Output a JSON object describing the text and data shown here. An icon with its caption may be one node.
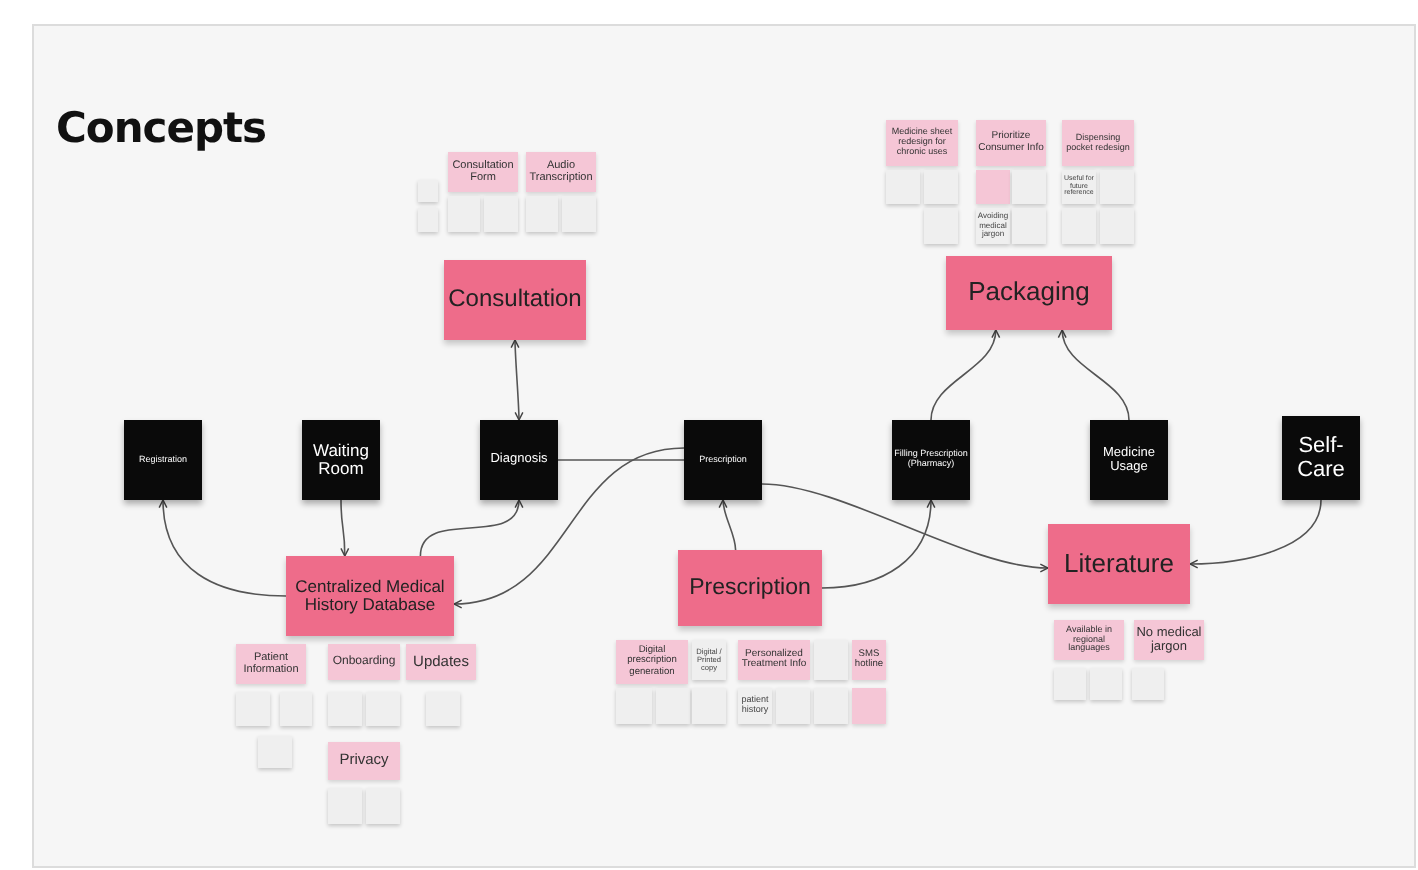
{
  "diagram": {
    "title": "Concepts",
    "nodes": [
      {
        "text": [
          "Consultation Form"
        ]
      },
      {
        "text": [
          "Audio Transcription"
        ]
      },
      {
        "text": [],
        "shape": "box"
      },
      {
        "text": [],
        "shape": "box"
      },
      {
        "text": [],
        "shape": "box"
      },
      {
        "text": [],
        "shape": "box"
      },
      {
        "text": [],
        "shape": "box"
      },
      {
        "text": [],
        "shape": "box"
      },
      {
        "text": [
          "Consultation"
        ]
      },
      {
        "text": [
          "Medicine sheet redesign for chronic uses"
        ]
      },
      {
        "text": [
          "Prioritize Consumer Info"
        ]
      },
      {
        "text": [
          "Dispensing pocket redesign"
        ]
      },
      {
        "text": [],
        "shape": "box"
      },
      {
        "text": [],
        "shape": "box"
      },
      {
        "text": [],
        "shape": "box"
      },
      {
        "text": [],
        "shape": "box"
      },
      {
        "text": [],
        "shape": "box"
      },
      {
        "text": [
          "Avoiding medical jargon"
        ]
      },
      {
        "text": [],
        "shape": "box"
      },
      {
        "text": [
          "Useful for future reference"
        ]
      },
      {
        "text": [],
        "shape": "box"
      },
      {
        "text": [],
        "shape": "box"
      },
      {
        "text": [],
        "shape": "box"
      },
      {
        "text": [
          "Packaging"
        ]
      },
      {
        "text": [
          "Registration"
        ]
      },
      {
        "text": [
          "Waiting Room"
        ]
      },
      {
        "text": [
          "Diagnosis"
        ]
      },
      {
        "text": [
          "Prescription"
        ]
      },
      {
        "text": [
          "Filling Prescription (Pharmacy)"
        ]
      },
      {
        "text": [
          "Medicine Usage"
        ]
      },
      {
        "text": [
          "Self-Care"
        ]
      },
      {
        "text": [
          "Centralized Medical History Database"
        ]
      },
      {
        "text": [
          "Prescription"
        ]
      },
      {
        "text": [
          "Literature"
        ]
      },
      {
        "text": [
          "Patient Information"
        ]
      },
      {
        "text": [
          "Onboarding"
        ]
      },
      {
        "text": [
          "Updates"
        ]
      },
      {
        "text": [],
        "shape": "box"
      },
      {
        "text": [],
        "shape": "box"
      },
      {
        "text": [],
        "shape": "box"
      },
      {
        "text": [],
        "shape": "box"
      },
      {
        "text": [],
        "shape": "box"
      },
      {
        "text": [],
        "shape": "box"
      },
      {
        "text": [
          "Privacy"
        ]
      },
      {
        "text": [],
        "shape": "box"
      },
      {
        "text": [],
        "shape": "box"
      },
      {
        "text": [
          "Digital prescription generation"
        ]
      },
      {
        "text": [
          "Digital / Printed copy"
        ]
      },
      {
        "text": [
          "Personalized Treatment Info"
        ]
      },
      {
        "text": [],
        "shape": "box"
      },
      {
        "text": [
          "SMS hotline"
        ]
      },
      {
        "text": [],
        "shape": "box"
      },
      {
        "text": [],
        "shape": "box"
      },
      {
        "text": [],
        "shape": "box"
      },
      {
        "text": [
          "patient history"
        ]
      },
      {
        "text": [],
        "shape": "box"
      },
      {
        "text": [],
        "shape": "box"
      },
      {
        "text": [],
        "shape": "box"
      },
      {
        "text": [
          "Available in regional languages"
        ]
      },
      {
        "text": [
          "No medical jargon"
        ]
      },
      {
        "text": [],
        "shape": "box"
      },
      {
        "text": [],
        "shape": "box"
      },
      {
        "text": [],
        "shape": "box"
      }
    ],
    "edges": [
      {
        "from": 8,
        "to": 26,
        "arrow": "both"
      },
      {
        "from": 31,
        "to": 24,
        "arrow": "to"
      },
      {
        "from": 25,
        "to": 31,
        "arrow": "to"
      },
      {
        "from": 31,
        "to": 26,
        "arrow": "to"
      },
      {
        "from": 26,
        "to": 27,
        "arrow": "none"
      },
      {
        "from": 27,
        "to": 31,
        "arrow": "to"
      },
      {
        "from": 32,
        "to": 27,
        "arrow": "to"
      },
      {
        "from": 27,
        "to": 33,
        "arrow": "to"
      },
      {
        "from": 32,
        "to": 28,
        "arrow": "to"
      },
      {
        "from": 28,
        "to": 23,
        "arrow": "to"
      },
      {
        "from": 29,
        "to": 23,
        "arrow": "to"
      },
      {
        "from": 30,
        "to": 33,
        "arrow": "to"
      }
    ]
  }
}
